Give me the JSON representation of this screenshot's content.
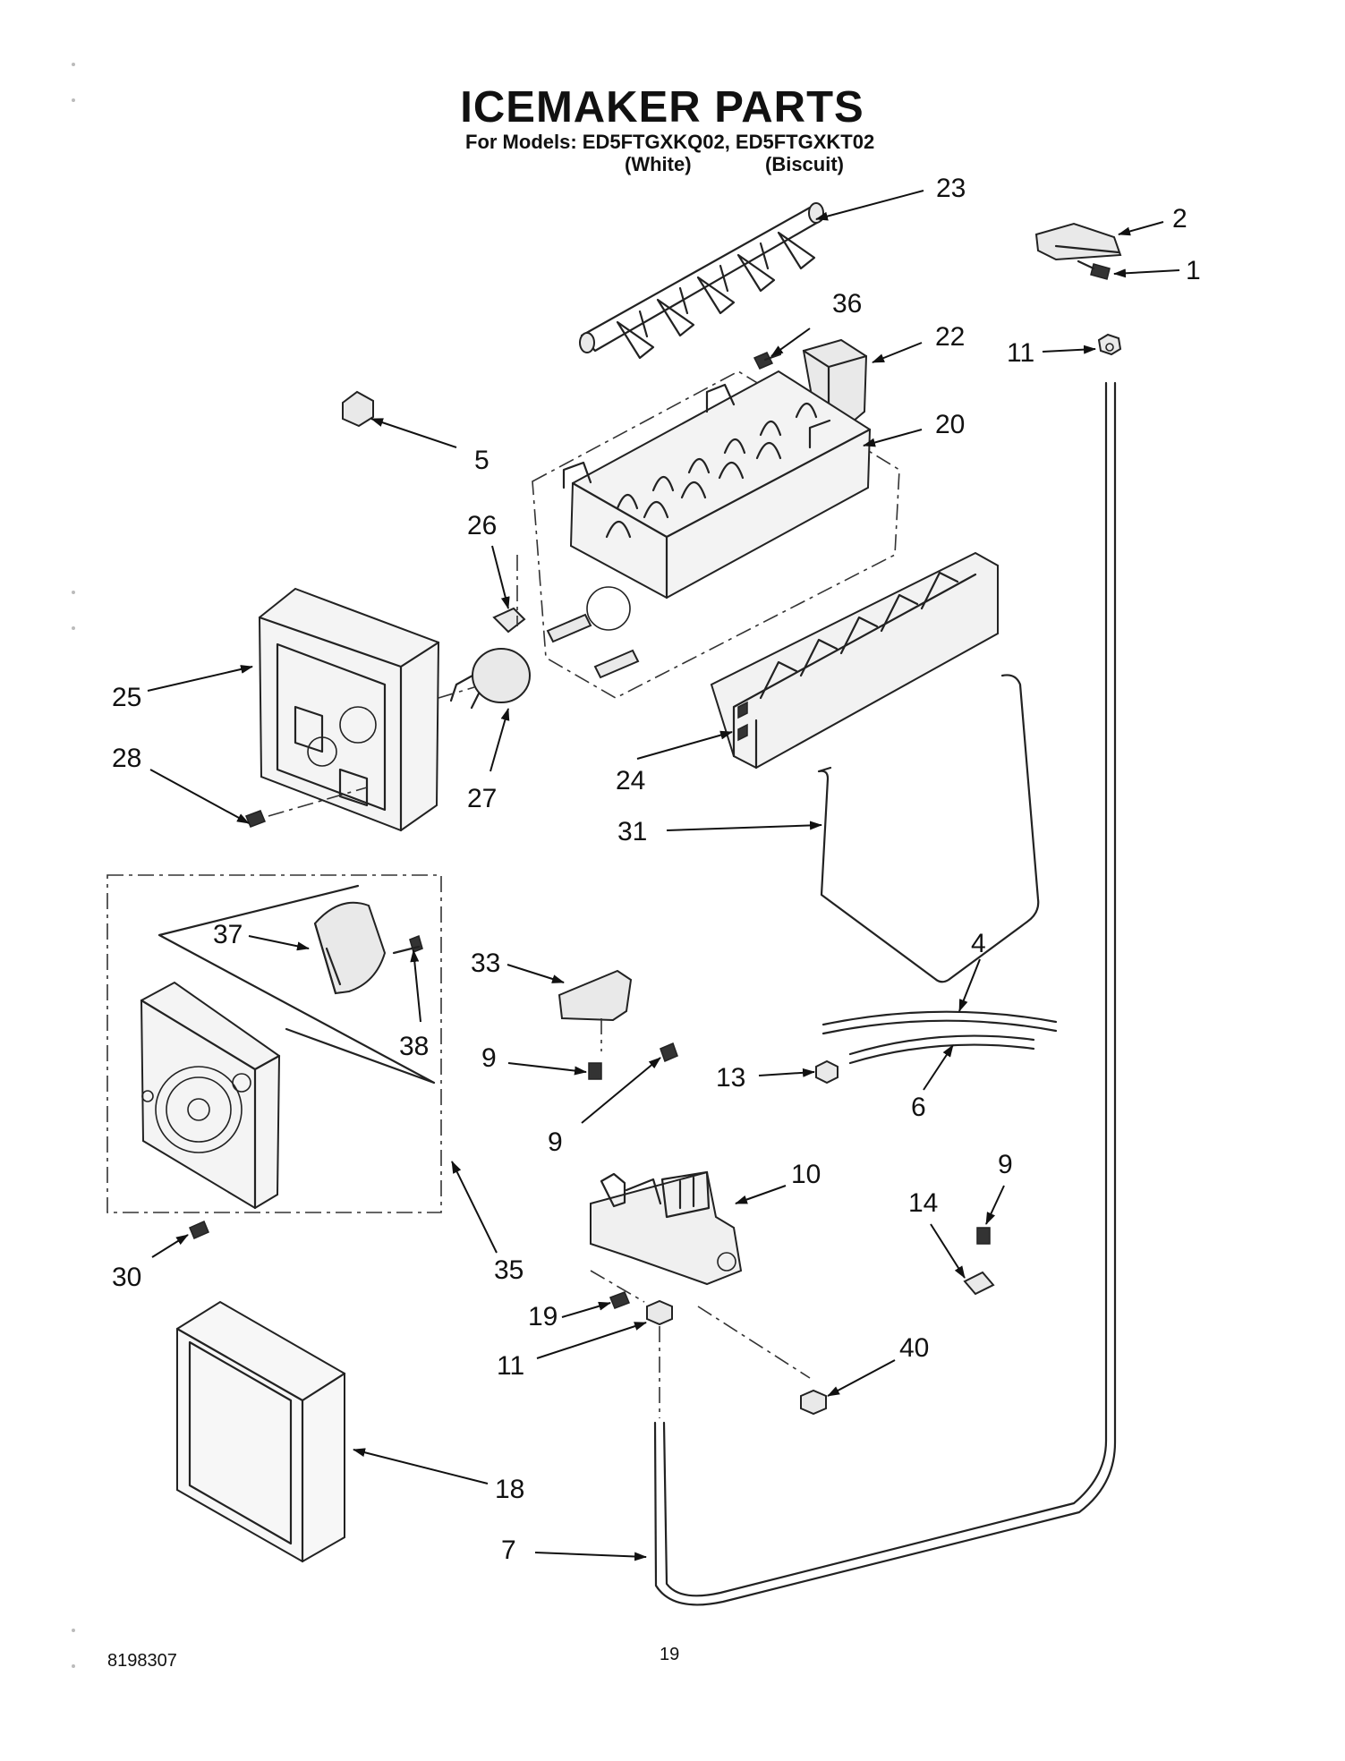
{
  "header": {
    "title": "ICEMAKER PARTS",
    "models_line": "For Models: ED5FTGXKQ02, ED5FTGXKT02",
    "variant_white": "(White)",
    "variant_biscuit": "(Biscuit)"
  },
  "callouts": {
    "c23": "23",
    "c2": "2",
    "c1": "1",
    "c36": "36",
    "c22": "22",
    "c11a": "11",
    "c20": "20",
    "c5": "5",
    "c26": "26",
    "c25": "25",
    "c27": "27",
    "c24": "24",
    "c28": "28",
    "c31": "31",
    "c37": "37",
    "c33": "33",
    "c4": "4",
    "c38": "38",
    "c9a": "9",
    "c13": "13",
    "c6": "6",
    "c9b": "9",
    "c10": "10",
    "c9c": "9",
    "c14": "14",
    "c30": "30",
    "c35": "35",
    "c19": "19",
    "c11b": "11",
    "c40": "40",
    "c18": "18",
    "c7": "7"
  },
  "footer": {
    "doc_number": "8198307",
    "page_number": "19"
  }
}
